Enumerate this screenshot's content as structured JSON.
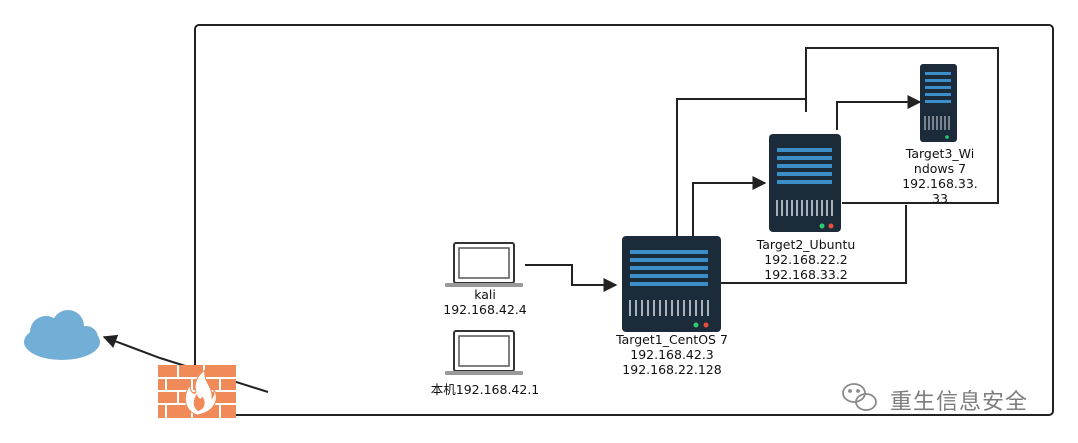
{
  "nodes": {
    "kali": {
      "name": "kali",
      "ip": "192.168.42.4"
    },
    "host": {
      "label": "本机192.168.42.1"
    },
    "target1": {
      "name": "Target1_CentOS 7",
      "ip1": "192.168.42.3",
      "ip2": "192.168.22.128"
    },
    "target2": {
      "name": "Target2_Ubuntu",
      "ip1": "192.168.22.2",
      "ip2": "192.168.33.2"
    },
    "target3": {
      "line1": "Target3_Wi",
      "line2": "ndows 7",
      "line3": "192.168.33.",
      "line4": "33"
    }
  },
  "watermark": {
    "text": "重生信息安全"
  },
  "colors": {
    "line": "#222222",
    "server_body": "#1c2b3a",
    "server_bars": "#3a8fc9",
    "cloud": "#72aed6",
    "firewall": "#f08b59",
    "flame": "#ffffff"
  },
  "icons": [
    "cloud-icon",
    "firewall-icon",
    "laptop-icon",
    "server-icon",
    "wechat-icon"
  ]
}
